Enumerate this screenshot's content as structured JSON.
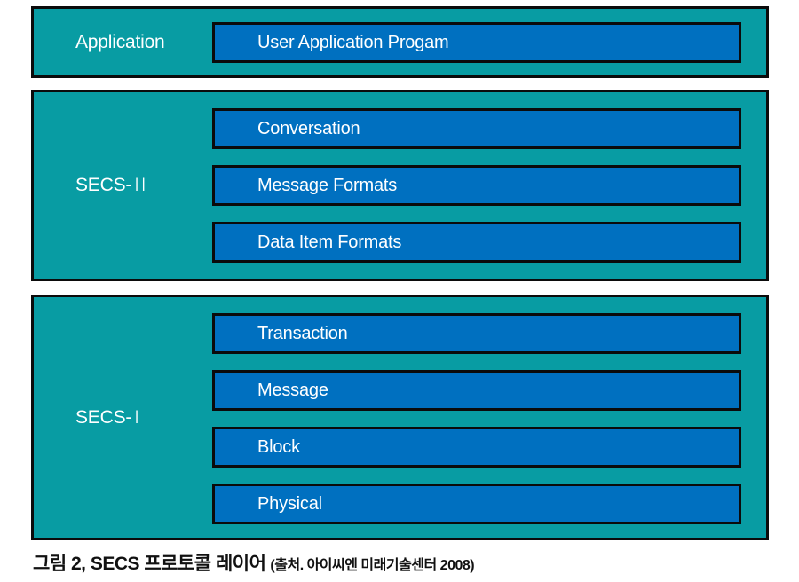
{
  "colors": {
    "teal": "#089CA3",
    "blue": "#0070C0",
    "border": "#0B0B0B",
    "text_light": "#FFFFFF",
    "caption_text": "#111111"
  },
  "diagram": {
    "sections": [
      {
        "label": {
          "text": "Application",
          "numeral": ""
        },
        "rows": [
          "User Application Progam"
        ]
      },
      {
        "label": {
          "text": "SECS-",
          "numeral": "II"
        },
        "rows": [
          "Conversation",
          "Message Formats",
          "Data Item Formats"
        ]
      },
      {
        "label": {
          "text": "SECS-",
          "numeral": "I"
        },
        "rows": [
          "Transaction",
          "Message",
          "Block",
          "Physical"
        ]
      }
    ]
  },
  "caption": {
    "title": "그림 2, SECS 프로토콜 레이어",
    "source": "(출처. 아이씨엔 미래기술센터 2008)"
  }
}
